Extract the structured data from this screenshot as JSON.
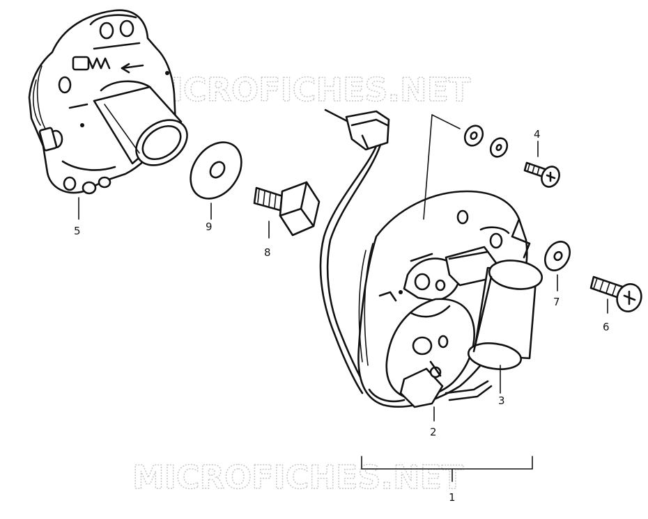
{
  "watermark": "MICROFICHES.NET",
  "callouts": {
    "p1": "1",
    "p2": "2",
    "p3": "3",
    "p4": "4",
    "p5": "5",
    "p6": "6",
    "p7": "7",
    "p8": "8",
    "p9": "9"
  },
  "colors": {
    "ink": "#111111",
    "watermark": "#c4c4c4",
    "background": "#ffffff"
  }
}
